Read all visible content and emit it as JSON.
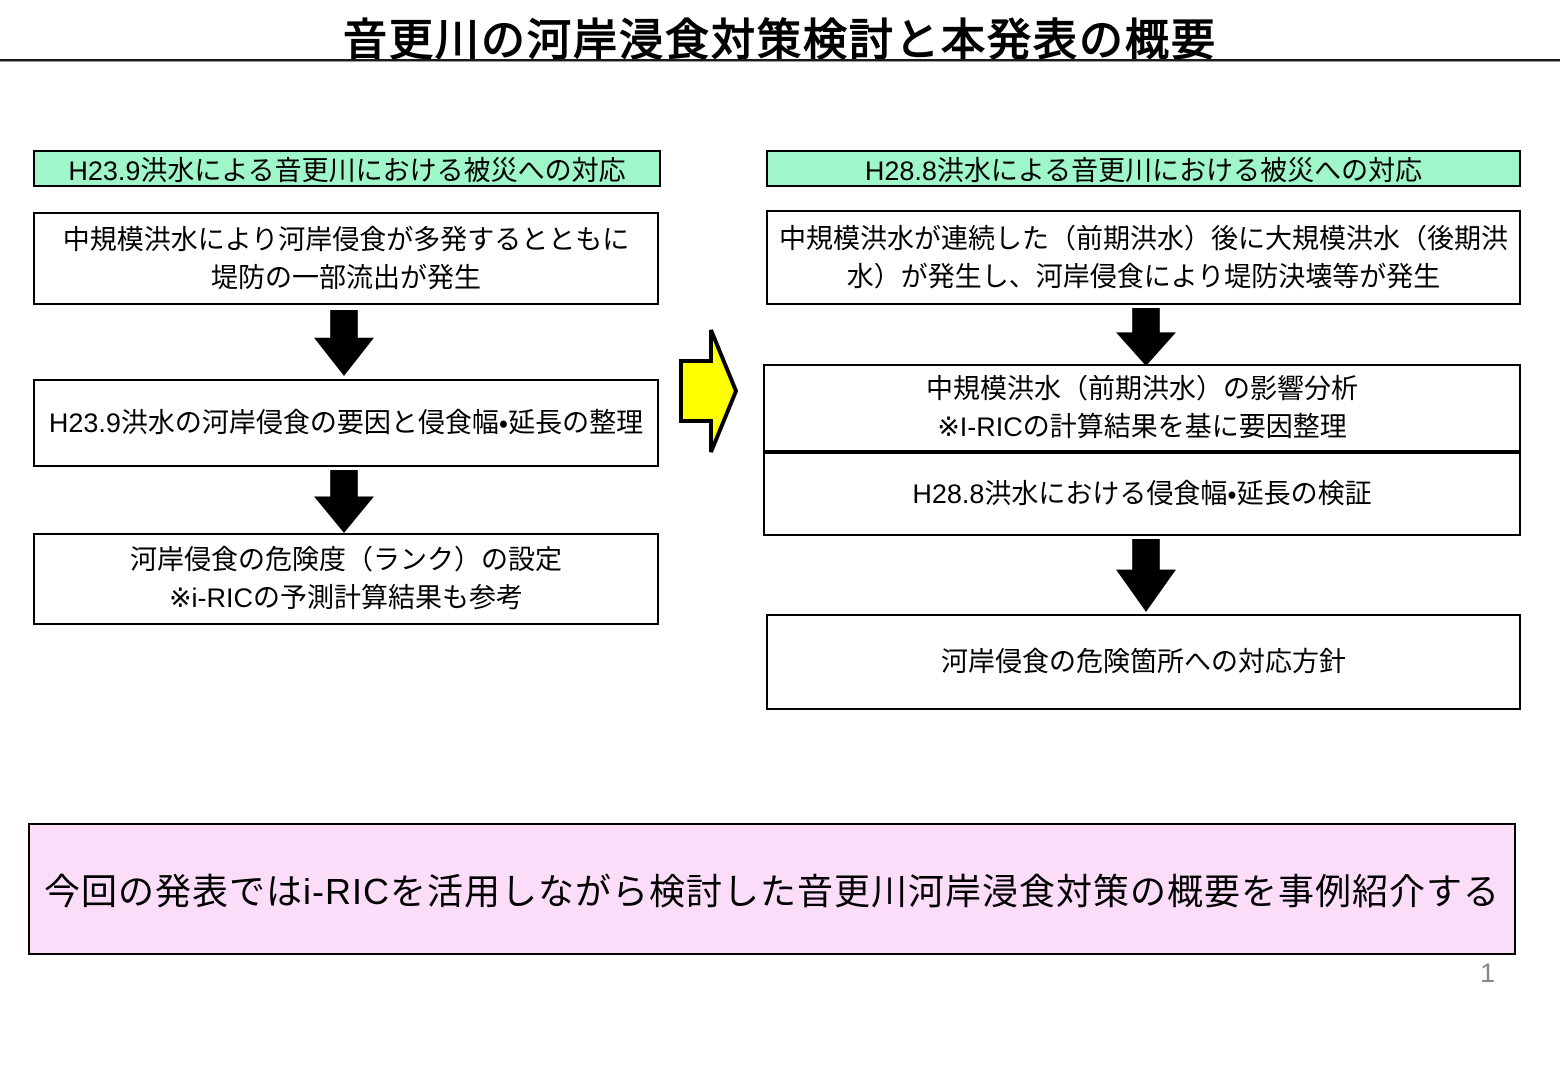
{
  "slide": {
    "title": "音更川の河岸浸食対策検討と本発表の概要",
    "page_number": "1"
  },
  "colors": {
    "header_green": "#9FF6C9",
    "summary_pink": "#FBDDFA",
    "arrow_yellow": "#FFFF00",
    "arrow_black": "#000000"
  },
  "left_flow": {
    "header": "H23.9洪水による音更川における被災への対応",
    "box1": "中規模洪水により河岸侵食が多発するとともに\n堤防の一部流出が発生",
    "box2": "H23.9洪水の河岸侵食の要因と侵食幅・延長の整理",
    "box3": "河岸侵食の危険度（ランク）の設定\n※i-RICの予測計算結果も参考"
  },
  "right_flow": {
    "header": "H28.8洪水による音更川における被災への対応",
    "box1": "中規模洪水が連続した（前期洪水）後に大規模洪水（後期洪水）が発生し、河岸侵食により堤防決壊等が発生",
    "box2_top": "中規模洪水（前期洪水）の影響分析\n※I-RICの計算結果を基に要因整理",
    "box2_bottom": "H28.8洪水における侵食幅・延長の検証",
    "box3": "河岸侵食の危険箇所への対応方針"
  },
  "summary": {
    "text": "今回の発表ではi-RICを活用しながら検討した音更川河岸浸食対策の概要を事例紹介する"
  }
}
